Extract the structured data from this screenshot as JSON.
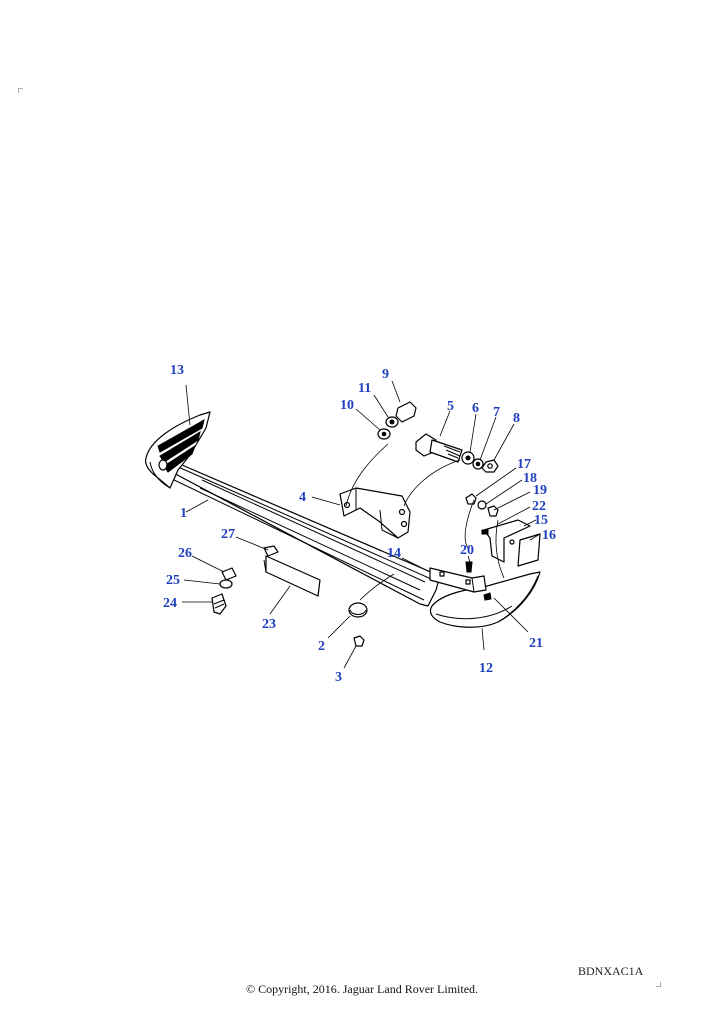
{
  "diagram": {
    "callouts": [
      "1",
      "2",
      "3",
      "4",
      "5",
      "6",
      "7",
      "8",
      "9",
      "10",
      "11",
      "12",
      "13",
      "14",
      "15",
      "16",
      "17",
      "18",
      "19",
      "20",
      "21",
      "22",
      "23",
      "24",
      "25",
      "26",
      "27"
    ]
  },
  "footer": {
    "code": "BDNXAC1A",
    "copyright": "© Copyright, 2016. Jaguar Land Rover Limited."
  },
  "colors": {
    "callout": "#1f3fbf",
    "line": "#000000",
    "background": "#ffffff"
  }
}
